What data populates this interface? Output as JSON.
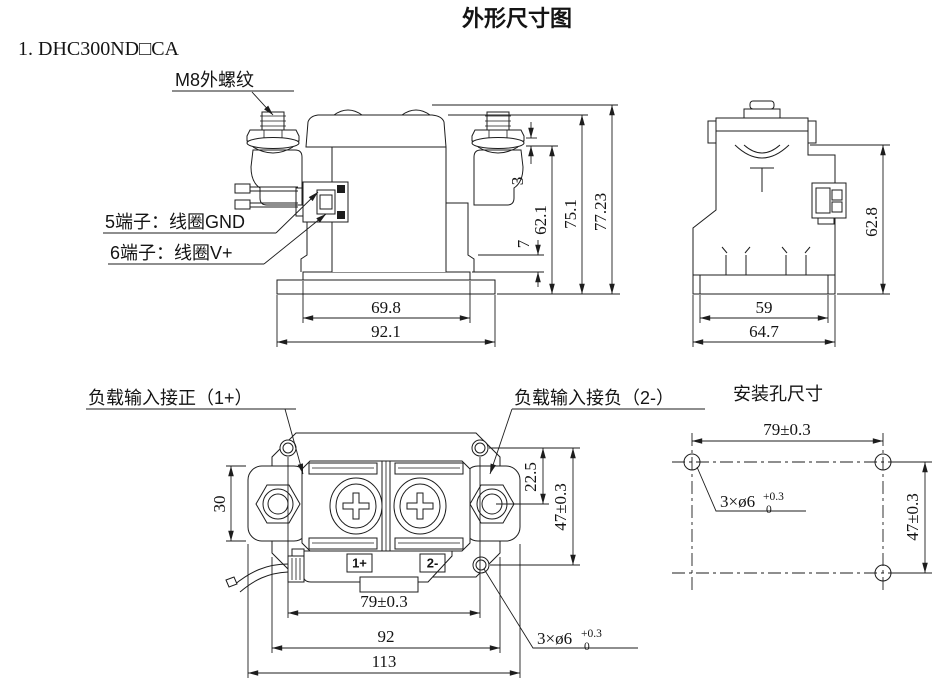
{
  "title": "外形尺寸图",
  "model": "1. DHC300ND□CA",
  "colors": {
    "line": "#1d1d1d",
    "background": "#ffffff"
  },
  "front_view": {
    "m8_label": "M8外螺纹",
    "terminal5_label": "5端子：线圈GND",
    "terminal6_label": "6端子：线圈V+",
    "dims": {
      "washer_height": "3",
      "body_height": "62.1",
      "cover_height": "75.1",
      "total_height": "77.23",
      "foot_height": "7",
      "inner_width": "69.8",
      "outer_width": "92.1"
    }
  },
  "side_view": {
    "dims": {
      "height": "62.8",
      "inner_width": "59",
      "outer_width": "64.7"
    }
  },
  "bottom_view": {
    "load_pos_label": "负载输入接正（1+）",
    "load_neg_label": "负载输入接负（2-）",
    "terminal_pos": "1+",
    "terminal_neg": "2-",
    "dims": {
      "block_height": "30",
      "hole_to_terminal": "22.5",
      "hole_pitch_v": "47±0.3",
      "hole_pitch_h": "79±0.3",
      "flange_width": "92",
      "overall_width": "113"
    },
    "hole_note": {
      "base": "3×ø6",
      "tol_plus": "+0.3",
      "tol_zero": "0"
    }
  },
  "mounting_view": {
    "heading": "安装孔尺寸",
    "dims": {
      "hole_pitch_h": "79±0.3",
      "hole_pitch_v": "47±0.3"
    },
    "hole_note": {
      "base": "3×ø6",
      "tol_plus": "+0.3",
      "tol_zero": "0"
    }
  }
}
